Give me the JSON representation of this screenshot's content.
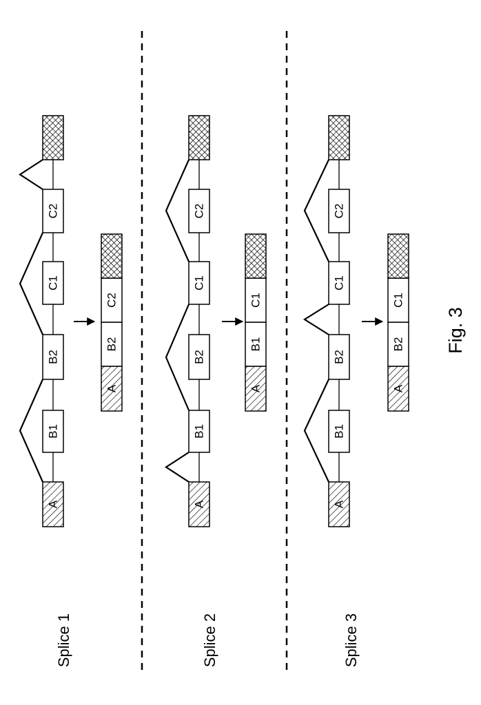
{
  "figure_label": "Fig. 3",
  "panels": [
    {
      "label": "Splice 1",
      "gene": {
        "exons": [
          "A",
          "B1",
          "B2",
          "C1",
          "C2",
          "end"
        ]
      },
      "splicing": "A joined to B2, B2 joined to C2, C2 joined to end; B1 and C1 skipped",
      "product": [
        "A",
        "B2",
        "C2",
        "end"
      ]
    },
    {
      "label": "Splice 2",
      "gene": {
        "exons": [
          "A",
          "B1",
          "B2",
          "C1",
          "C2",
          "end"
        ]
      },
      "splicing": "A joined to B1, B1 joined to C1, C1 joined to end; B2 and C2 skipped",
      "product": [
        "A",
        "B1",
        "C1",
        "end"
      ]
    },
    {
      "label": "Splice 3",
      "gene": {
        "exons": [
          "A",
          "B1",
          "B2",
          "C1",
          "C2",
          "end"
        ]
      },
      "splicing": "A joined to B2, B2 joined to C1, C1 joined to end; B1 and C2 skipped",
      "product": [
        "A",
        "B2",
        "C1",
        "end"
      ]
    }
  ],
  "exon_style": {
    "A": "diagonal-hatch",
    "B1": "plain",
    "B2": "plain",
    "C1": "plain",
    "C2": "plain",
    "end": "cross-hatch"
  },
  "colors": {
    "ink": "#000000",
    "background": "#ffffff"
  }
}
